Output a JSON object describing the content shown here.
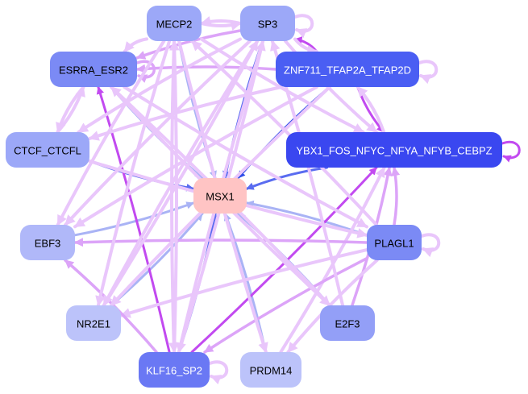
{
  "title": "Gene regulatory network",
  "colors": {
    "edge_light": "#e9c6fb",
    "edge_mid": "#dca4f8",
    "edge_strong": "#c24af0",
    "edge_blue": "#5a6cf0",
    "edge_blue_light": "#a9b3f5",
    "edge_blue_dark": "#2f4de8"
  },
  "nodes": [
    {
      "id": "MECP2",
      "label": "MECP2",
      "fill": "#9ca8f8",
      "text": "#000000"
    },
    {
      "id": "SP3",
      "label": "SP3",
      "fill": "#9ca8f8",
      "text": "#000000"
    },
    {
      "id": "ESRRA_ESR2",
      "label": "ESRRA_ESR2",
      "fill": "#7b8af5",
      "text": "#000000"
    },
    {
      "id": "ZNF711_TFAP2A_TFAP2D",
      "label": "ZNF711_TFAP2A_TFAP2D",
      "fill": "#4a5ef3",
      "text": "#ffffff"
    },
    {
      "id": "CTCF_CTCFL",
      "label": "CTCF_CTCFL",
      "fill": "#9ca8f8",
      "text": "#000000"
    },
    {
      "id": "YBX1_FOS_NFYC_NFYA_NFYB_CEBPZ",
      "label": "YBX1_FOS_NFYC_NFYA_NFYB_CEBPZ",
      "fill": "#3a47f0",
      "text": "#ffffff"
    },
    {
      "id": "MSX1",
      "label": "MSX1",
      "fill": "#ffc4c4",
      "text": "#000000"
    },
    {
      "id": "EBF3",
      "label": "EBF3",
      "fill": "#b0b8f9",
      "text": "#000000"
    },
    {
      "id": "PLAGL1",
      "label": "PLAGL1",
      "fill": "#7b8af5",
      "text": "#000000"
    },
    {
      "id": "NR2E1",
      "label": "NR2E1",
      "fill": "#bcc3fa",
      "text": "#000000"
    },
    {
      "id": "E2F3",
      "label": "E2F3",
      "fill": "#939ff7",
      "text": "#000000"
    },
    {
      "id": "KLF16_SP2",
      "label": "KLF16_SP2",
      "fill": "#6a78f4",
      "text": "#ffffff"
    },
    {
      "id": "PRDM14",
      "label": "PRDM14",
      "fill": "#bcc3fa",
      "text": "#000000"
    }
  ],
  "edges": [
    {
      "from": "MECP2",
      "to": "SP3",
      "color": "edge_light"
    },
    {
      "from": "SP3",
      "to": "MECP2",
      "color": "edge_light"
    },
    {
      "from": "SP3",
      "to": "SP3",
      "color": "edge_light",
      "self": true
    },
    {
      "from": "ZNF711_TFAP2A_TFAP2D",
      "to": "ZNF711_TFAP2A_TFAP2D",
      "color": "edge_light",
      "self": true
    },
    {
      "from": "YBX1_FOS_NFYC_NFYA_NFYB_CEBPZ",
      "to": "YBX1_FOS_NFYC_NFYA_NFYB_CEBPZ",
      "color": "edge_strong",
      "self": true
    },
    {
      "from": "PLAGL1",
      "to": "PLAGL1",
      "color": "edge_light",
      "self": true
    },
    {
      "from": "KLF16_SP2",
      "to": "KLF16_SP2",
      "color": "edge_light",
      "self": true
    },
    {
      "from": "ESRRA_ESR2",
      "to": "ESRRA_ESR2",
      "color": "edge_mid",
      "self": true
    },
    {
      "from": "ZNF711_TFAP2A_TFAP2D",
      "to": "SP3",
      "color": "edge_strong"
    },
    {
      "from": "SP3",
      "to": "ZNF711_TFAP2A_TFAP2D",
      "color": "edge_light"
    },
    {
      "from": "ZNF711_TFAP2A_TFAP2D",
      "to": "YBX1_FOS_NFYC_NFYA_NFYB_CEBPZ",
      "color": "edge_strong"
    },
    {
      "from": "YBX1_FOS_NFYC_NFYA_NFYB_CEBPZ",
      "to": "ZNF711_TFAP2A_TFAP2D",
      "color": "edge_light"
    },
    {
      "from": "ESRRA_ESR2",
      "to": "CTCF_CTCFL",
      "color": "edge_light"
    },
    {
      "from": "CTCF_CTCFL",
      "to": "ESRRA_ESR2",
      "color": "edge_light"
    },
    {
      "from": "SP3",
      "to": "ESRRA_ESR2",
      "color": "edge_mid"
    },
    {
      "from": "MECP2",
      "to": "ESRRA_ESR2",
      "color": "edge_light"
    },
    {
      "from": "ZNF711_TFAP2A_TFAP2D",
      "to": "ESRRA_ESR2",
      "color": "edge_mid"
    },
    {
      "from": "MECP2",
      "to": "MSX1",
      "color": "edge_blue_light"
    },
    {
      "from": "SP3",
      "to": "MSX1",
      "color": "edge_blue"
    },
    {
      "from": "ZNF711_TFAP2A_TFAP2D",
      "to": "MSX1",
      "color": "edge_blue_dark"
    },
    {
      "from": "YBX1_FOS_NFYC_NFYA_NFYB_CEBPZ",
      "to": "MSX1",
      "color": "edge_blue"
    },
    {
      "from": "ESRRA_ESR2",
      "to": "MSX1",
      "color": "edge_blue_light"
    },
    {
      "from": "CTCF_CTCFL",
      "to": "MSX1",
      "color": "edge_blue"
    },
    {
      "from": "EBF3",
      "to": "MSX1",
      "color": "edge_blue_light"
    },
    {
      "from": "PLAGL1",
      "to": "MSX1",
      "color": "edge_blue_light"
    },
    {
      "from": "NR2E1",
      "to": "MSX1",
      "color": "edge_blue_light"
    },
    {
      "from": "E2F3",
      "to": "MSX1",
      "color": "edge_blue_light"
    },
    {
      "from": "KLF16_SP2",
      "to": "MSX1",
      "color": "edge_blue"
    },
    {
      "from": "PRDM14",
      "to": "MSX1",
      "color": "edge_blue_light"
    },
    {
      "from": "KLF16_SP2",
      "to": "ESRRA_ESR2",
      "color": "edge_strong"
    },
    {
      "from": "KLF16_SP2",
      "to": "YBX1_FOS_NFYC_NFYA_NFYB_CEBPZ",
      "color": "edge_strong"
    },
    {
      "from": "PLAGL1",
      "to": "YBX1_FOS_NFYC_NFYA_NFYB_CEBPZ",
      "color": "edge_mid"
    },
    {
      "from": "E2F3",
      "to": "YBX1_FOS_NFYC_NFYA_NFYB_CEBPZ",
      "color": "edge_mid"
    },
    {
      "from": "PRDM14",
      "to": "YBX1_FOS_NFYC_NFYA_NFYB_CEBPZ",
      "color": "edge_light"
    },
    {
      "from": "PLAGL1",
      "to": "EBF3",
      "color": "edge_mid"
    },
    {
      "from": "PLAGL1",
      "to": "NR2E1",
      "color": "edge_light"
    },
    {
      "from": "PLAGL1",
      "to": "KLF16_SP2",
      "color": "edge_mid"
    },
    {
      "from": "PLAGL1",
      "to": "PRDM14",
      "color": "edge_light"
    },
    {
      "from": "KLF16_SP2",
      "to": "EBF3",
      "color": "edge_mid"
    },
    {
      "from": "KLF16_SP2",
      "to": "SP3",
      "color": "edge_light"
    },
    {
      "from": "KLF16_SP2",
      "to": "MECP2",
      "color": "edge_light"
    },
    {
      "from": "NR2E1",
      "to": "SP3",
      "color": "edge_light"
    },
    {
      "from": "SP3",
      "to": "NR2E1",
      "color": "edge_light"
    },
    {
      "from": "MECP2",
      "to": "NR2E1",
      "color": "edge_light"
    },
    {
      "from": "SP3",
      "to": "EBF3",
      "color": "edge_light"
    },
    {
      "from": "MECP2",
      "to": "EBF3",
      "color": "edge_light"
    },
    {
      "from": "SP3",
      "to": "CTCF_CTCFL",
      "color": "edge_light"
    },
    {
      "from": "ESRRA_ESR2",
      "to": "E2F3",
      "color": "edge_light"
    },
    {
      "from": "ESRRA_ESR2",
      "to": "PLAGL1",
      "color": "edge_light"
    },
    {
      "from": "CTCF_CTCFL",
      "to": "PLAGL1",
      "color": "edge_light"
    },
    {
      "from": "MECP2",
      "to": "PRDM14",
      "color": "edge_light"
    },
    {
      "from": "SP3",
      "to": "KLF16_SP2",
      "color": "edge_light"
    },
    {
      "from": "MECP2",
      "to": "KLF16_SP2",
      "color": "edge_light"
    },
    {
      "from": "MECP2",
      "to": "YBX1_FOS_NFYC_NFYA_NFYB_CEBPZ",
      "color": "edge_light"
    },
    {
      "from": "SP3",
      "to": "YBX1_FOS_NFYC_NFYA_NFYB_CEBPZ",
      "color": "edge_light"
    },
    {
      "from": "E2F3",
      "to": "ESRRA_ESR2",
      "color": "edge_light"
    },
    {
      "from": "E2F3",
      "to": "SP3",
      "color": "edge_light"
    },
    {
      "from": "ZNF711_TFAP2A_TFAP2D",
      "to": "EBF3",
      "color": "edge_light"
    },
    {
      "from": "ZNF711_TFAP2A_TFAP2D",
      "to": "NR2E1",
      "color": "edge_light"
    },
    {
      "from": "PLAGL1",
      "to": "MECP2",
      "color": "edge_light"
    },
    {
      "from": "ZNF711_TFAP2A_TFAP2D",
      "to": "CTCF_CTCFL",
      "color": "edge_light"
    }
  ]
}
